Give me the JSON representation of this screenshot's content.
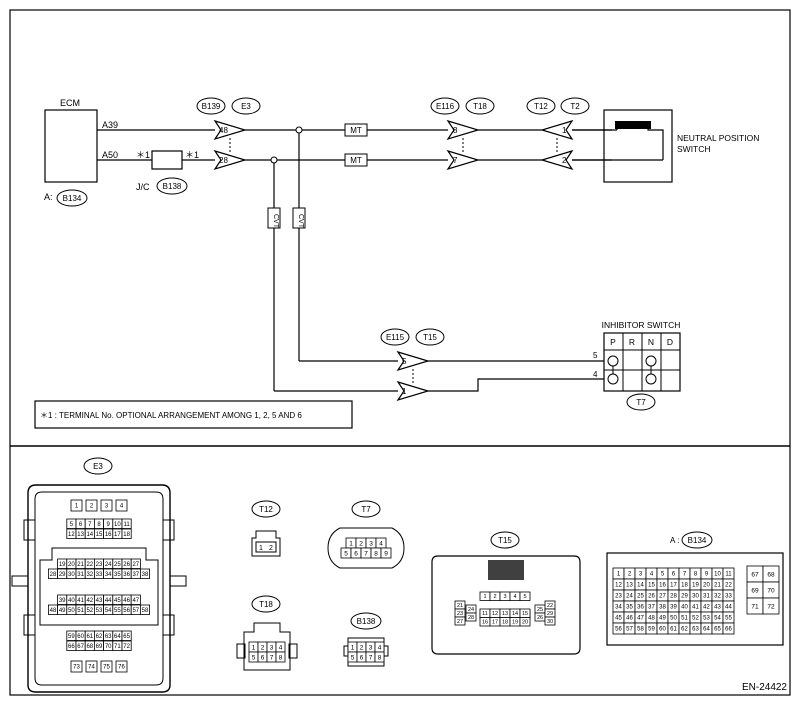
{
  "ecm": {
    "title": "ECM",
    "pin_a39": "A39",
    "pin_a50": "A50",
    "ref_prefix": "A:",
    "ref_id": "B134"
  },
  "connectors": {
    "b139": "B139",
    "e3": "E3",
    "e116": "E116",
    "t18": "T18",
    "t12": "T12",
    "t2": "T2",
    "e115": "E115",
    "t15": "T15",
    "t7": "T7",
    "b138": "B138"
  },
  "pins": {
    "p48": "48",
    "p28": "28",
    "p8": "8",
    "p7": "7",
    "p1a": "1",
    "p2": "2",
    "p5": "5",
    "p1b": "1",
    "i5": "5",
    "i4": "4"
  },
  "jc": {
    "label": "J/C",
    "star_left": "＊1",
    "star_right": "＊1"
  },
  "tags": {
    "mt": "MT",
    "cvt": "CVT"
  },
  "neutral_switch": {
    "line1": "NEUTRAL POSITION",
    "line2": "SWITCH"
  },
  "inhibitor": {
    "title": "INHIBITOR SWITCH",
    "positions": [
      "P",
      "R",
      "N",
      "D"
    ]
  },
  "note": "＊1 : TERMINAL No. OPTIONAL ARRANGEMENT AMONG 1, 2, 5 AND 6",
  "lower": {
    "e3": "E3",
    "t12": "T12",
    "t18": "T18",
    "t7": "T7",
    "b138": "B138",
    "t15": "T15",
    "b134_prefix": "A :",
    "b134": "B134",
    "e3_rows": [
      [
        "1",
        "2",
        "3",
        "4"
      ],
      [
        "5",
        "6",
        "7",
        "8",
        "9",
        "10",
        "11"
      ],
      [
        "12",
        "13",
        "14",
        "15",
        "16",
        "17",
        "18"
      ],
      [
        "19",
        "20",
        "21",
        "22",
        "23",
        "24",
        "25",
        "26",
        "27"
      ],
      [
        "28",
        "29",
        "30",
        "31",
        "32",
        "33",
        "34",
        "35",
        "36",
        "37",
        "38"
      ],
      [
        "39",
        "40",
        "41",
        "42",
        "43",
        "44",
        "45",
        "46",
        "47"
      ],
      [
        "48",
        "49",
        "50",
        "51",
        "52",
        "53",
        "54",
        "55",
        "56",
        "57",
        "58"
      ],
      [
        "59",
        "60",
        "61",
        "62",
        "63",
        "64",
        "65"
      ],
      [
        "66",
        "67",
        "68",
        "69",
        "70",
        "71",
        "72"
      ],
      [
        "73",
        "74",
        "75",
        "76"
      ]
    ],
    "t12_pins": [
      "1",
      "2"
    ],
    "t18_rows": [
      [
        "1",
        "2",
        "3",
        "4"
      ],
      [
        "5",
        "6",
        "7",
        "8"
      ]
    ],
    "t7_rows": [
      [
        "1",
        "2",
        "3",
        "4"
      ],
      [
        "5",
        "6",
        "7",
        "8",
        "9"
      ]
    ],
    "b138_rows": [
      [
        "1",
        "2",
        "3",
        "4"
      ],
      [
        "5",
        "6",
        "7",
        "8"
      ]
    ],
    "t15_left": [
      "21",
      "22",
      "23",
      "24",
      "25",
      "26",
      "27",
      "28"
    ],
    "t15_mid_rows": [
      [
        "1",
        "2",
        "3",
        "4",
        "5"
      ],
      [
        "6",
        "7",
        "8",
        "9",
        "10"
      ],
      [
        "11",
        "12",
        "13",
        "14",
        "15"
      ],
      [
        "16",
        "17",
        "18",
        "19",
        "20"
      ]
    ],
    "t15_right": [
      "22",
      "23",
      "24",
      "25",
      "26",
      "27",
      "28",
      "29",
      "30"
    ],
    "b134_rows": [
      [
        "1",
        "2",
        "3",
        "4",
        "5",
        "6",
        "7",
        "8",
        "9",
        "10",
        "11"
      ],
      [
        "12",
        "13",
        "14",
        "15",
        "16",
        "17",
        "18",
        "19",
        "20",
        "21",
        "22"
      ],
      [
        "23",
        "24",
        "25",
        "26",
        "27",
        "28",
        "29",
        "30",
        "31",
        "32",
        "33"
      ],
      [
        "34",
        "35",
        "36",
        "37",
        "38",
        "39",
        "40",
        "41",
        "42",
        "43",
        "44"
      ],
      [
        "45",
        "46",
        "47",
        "48",
        "49",
        "50",
        "51",
        "52",
        "53",
        "54",
        "55"
      ],
      [
        "56",
        "57",
        "58",
        "59",
        "60",
        "61",
        "62",
        "63",
        "64",
        "65",
        "66"
      ]
    ],
    "b134_side": [
      [
        "67",
        "68"
      ],
      [
        "69",
        "70"
      ],
      [
        "71",
        "72"
      ]
    ]
  },
  "code": "EN-24422"
}
